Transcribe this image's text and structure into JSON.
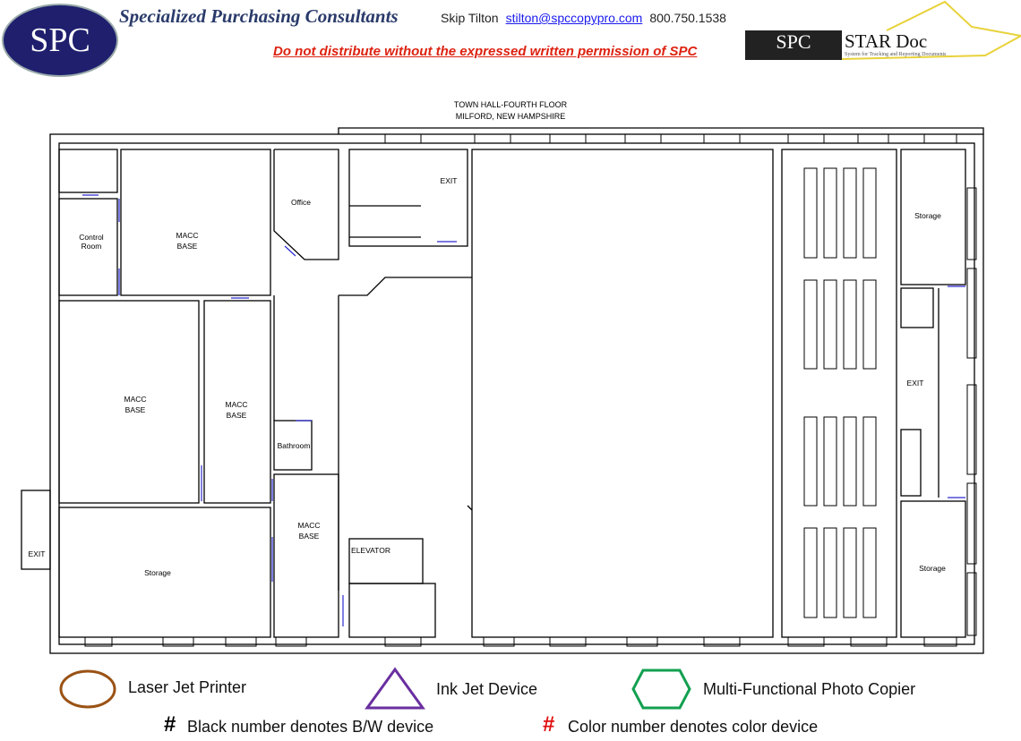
{
  "header": {
    "logo_text": "SPC",
    "company": "Specialized Purchasing Consultants",
    "contact_name": "Skip Tilton",
    "contact_email": "stilton@spccopypro.com",
    "contact_phone": "800.750.1538",
    "warning": "Do not distribute without the expressed written permission of SPC",
    "stardoc_logo": "SPC",
    "stardoc_title": "STAR Doc",
    "stardoc_subtitle": "System for Tracking and Reporting Documents"
  },
  "plan": {
    "title_line1": "TOWN HALL-FOURTH FLOOR",
    "title_line2": "MILFORD, NEW HAMPSHIRE",
    "rooms": {
      "control_room_1": "Control",
      "control_room_2": "Room",
      "macc1_1": "MACC",
      "macc1_2": "BASE",
      "office": "Office",
      "exit_top": "EXIT",
      "macc2_1": "MACC",
      "macc2_2": "BASE",
      "macc3_1": "MACC",
      "macc3_2": "BASE",
      "bathroom": "Bathroom",
      "macc4_1": "MACC",
      "macc4_2": "BASE",
      "storage_left": "Storage",
      "elevator": "ELEVATOR",
      "exit_left": "EXIT",
      "storage_top_right": "Storage",
      "exit_right": "EXIT",
      "storage_bottom_right": "Storage"
    }
  },
  "legend": {
    "laser": "Laser Jet Printer",
    "inkjet": "Ink Jet Device",
    "mfp": "Multi-Functional Photo Copier",
    "hash": "#",
    "bw_note": "Black number denotes B/W device",
    "color_note": "Color number denotes color device",
    "colors": {
      "laser": "#9a5214",
      "inkjet": "#6a2fa0",
      "mfp": "#12a050",
      "color_hash": "#e01010"
    }
  }
}
